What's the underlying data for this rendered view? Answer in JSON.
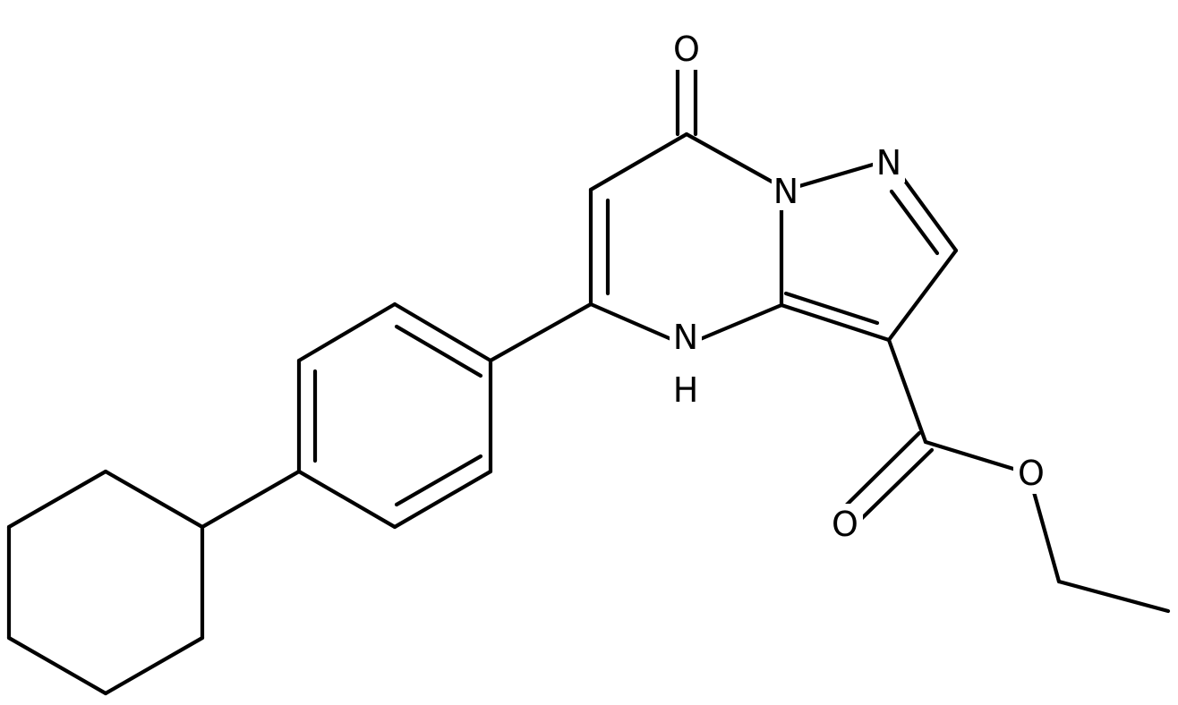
{
  "molecule": {
    "atom_labels": {
      "o_ketone": "O",
      "n_bridge": "N",
      "n_pyrazole": "N",
      "n_h": "N",
      "h_on_n": "H",
      "o_carbonyl": "O",
      "o_ester": "O"
    }
  }
}
